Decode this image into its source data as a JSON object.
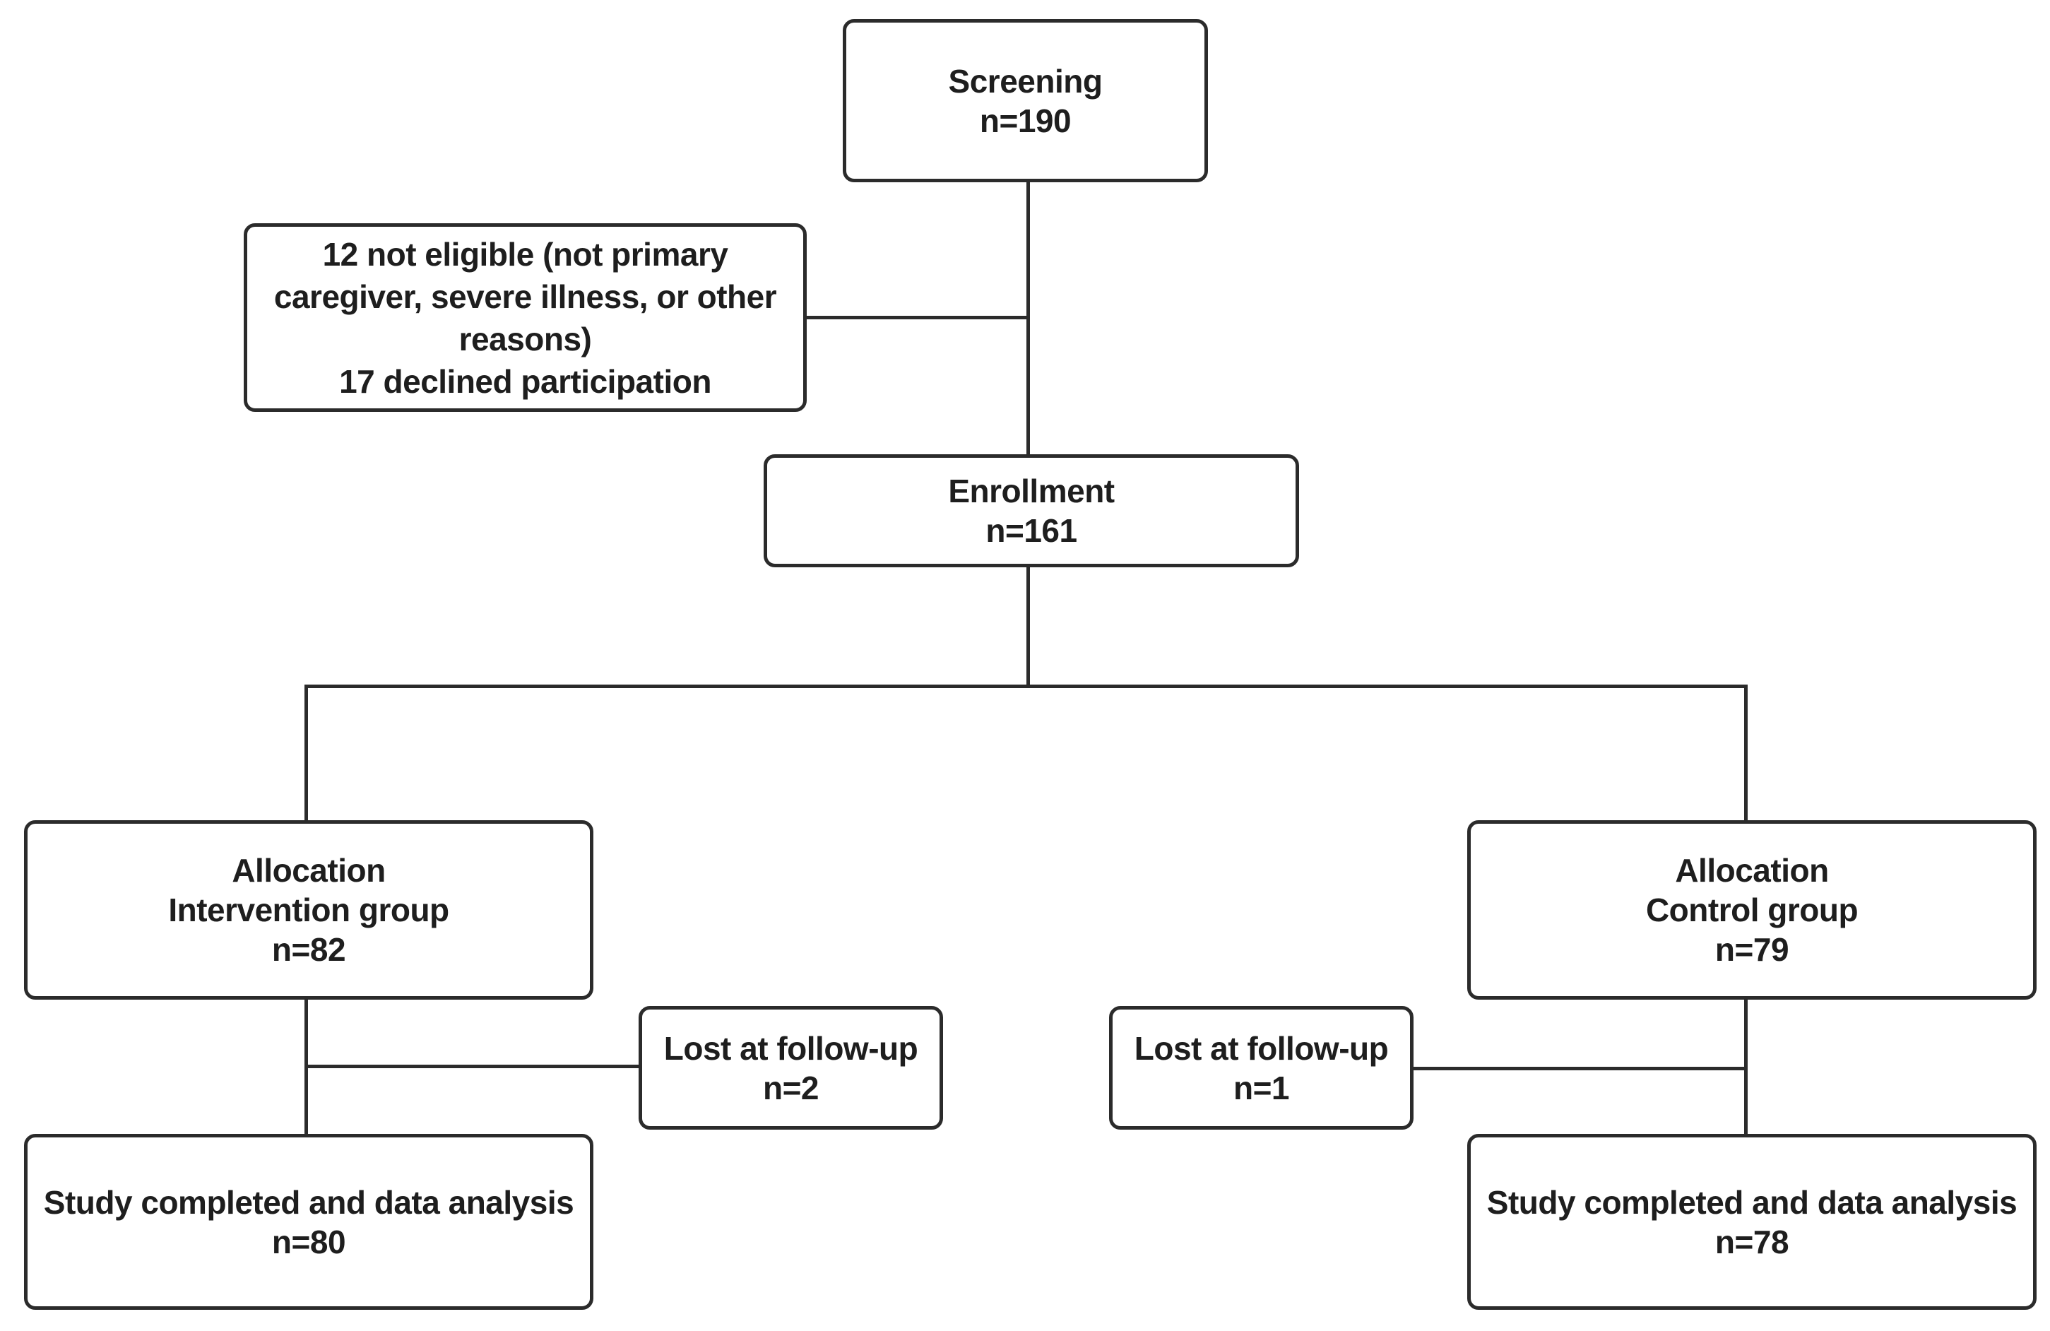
{
  "flowchart": {
    "screening": {
      "title": "Screening",
      "count": "n=190"
    },
    "excluded": {
      "line1": "12 not eligible (not primary",
      "line2": "caregiver, severe illness, or other",
      "line3": "reasons)",
      "line4": "17 declined participation"
    },
    "enrollment": {
      "title": "Enrollment",
      "count": "n=161"
    },
    "allocation_intervention": {
      "title": "Allocation",
      "group": "Intervention group",
      "count": "n=82"
    },
    "allocation_control": {
      "title": "Allocation",
      "group": "Control group",
      "count": "n=79"
    },
    "lost_intervention": {
      "title": "Lost at follow-up",
      "count": "n=2"
    },
    "lost_control": {
      "title": "Lost at follow-up",
      "count": "n=1"
    },
    "completed_intervention": {
      "title": "Study completed and data analysis",
      "count": "n=80"
    },
    "completed_control": {
      "title": "Study completed and data analysis",
      "count": "n=78"
    }
  },
  "colors": {
    "stroke": "#2b2b2b",
    "text": "#1e1e1e",
    "background": "#ffffff"
  }
}
